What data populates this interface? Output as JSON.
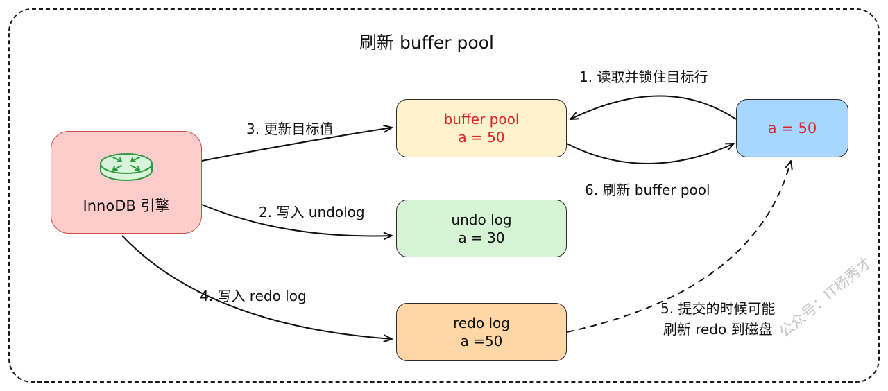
{
  "title": "刷新 buffer pool",
  "nodes": {
    "innodb": {
      "label": "InnoDB 引擎",
      "icon": "router-icon"
    },
    "buffer_pool": {
      "line1": "buffer pool",
      "line2": "a = 50"
    },
    "undo_log": {
      "line1": "undo log",
      "line2": "a = 30"
    },
    "redo_log": {
      "line1": "redo log",
      "line2": "a =50"
    },
    "disk": {
      "value": "a = 50"
    }
  },
  "edges": {
    "step1": "1. 读取并锁住目标行",
    "step2": "2. 写入 undolog",
    "step3": "3. 更新目标值",
    "step4": "4. 写入 redo log",
    "step5_line1": "5. 提交的时候可能",
    "step5_line2": "刷新 redo 到磁盘",
    "step6": "6. 刷新 buffer pool"
  },
  "watermark": "公众号：IT杨秀才",
  "colors": {
    "innodb_fill": "#ffcccc",
    "buffer_fill": "#fff2cc",
    "undo_fill": "#d5f5d5",
    "redo_fill": "#ffd7a6",
    "disk_fill": "#a7d7ff",
    "highlight_text": "#d9242b",
    "icon_green": "#2e9a3e"
  }
}
